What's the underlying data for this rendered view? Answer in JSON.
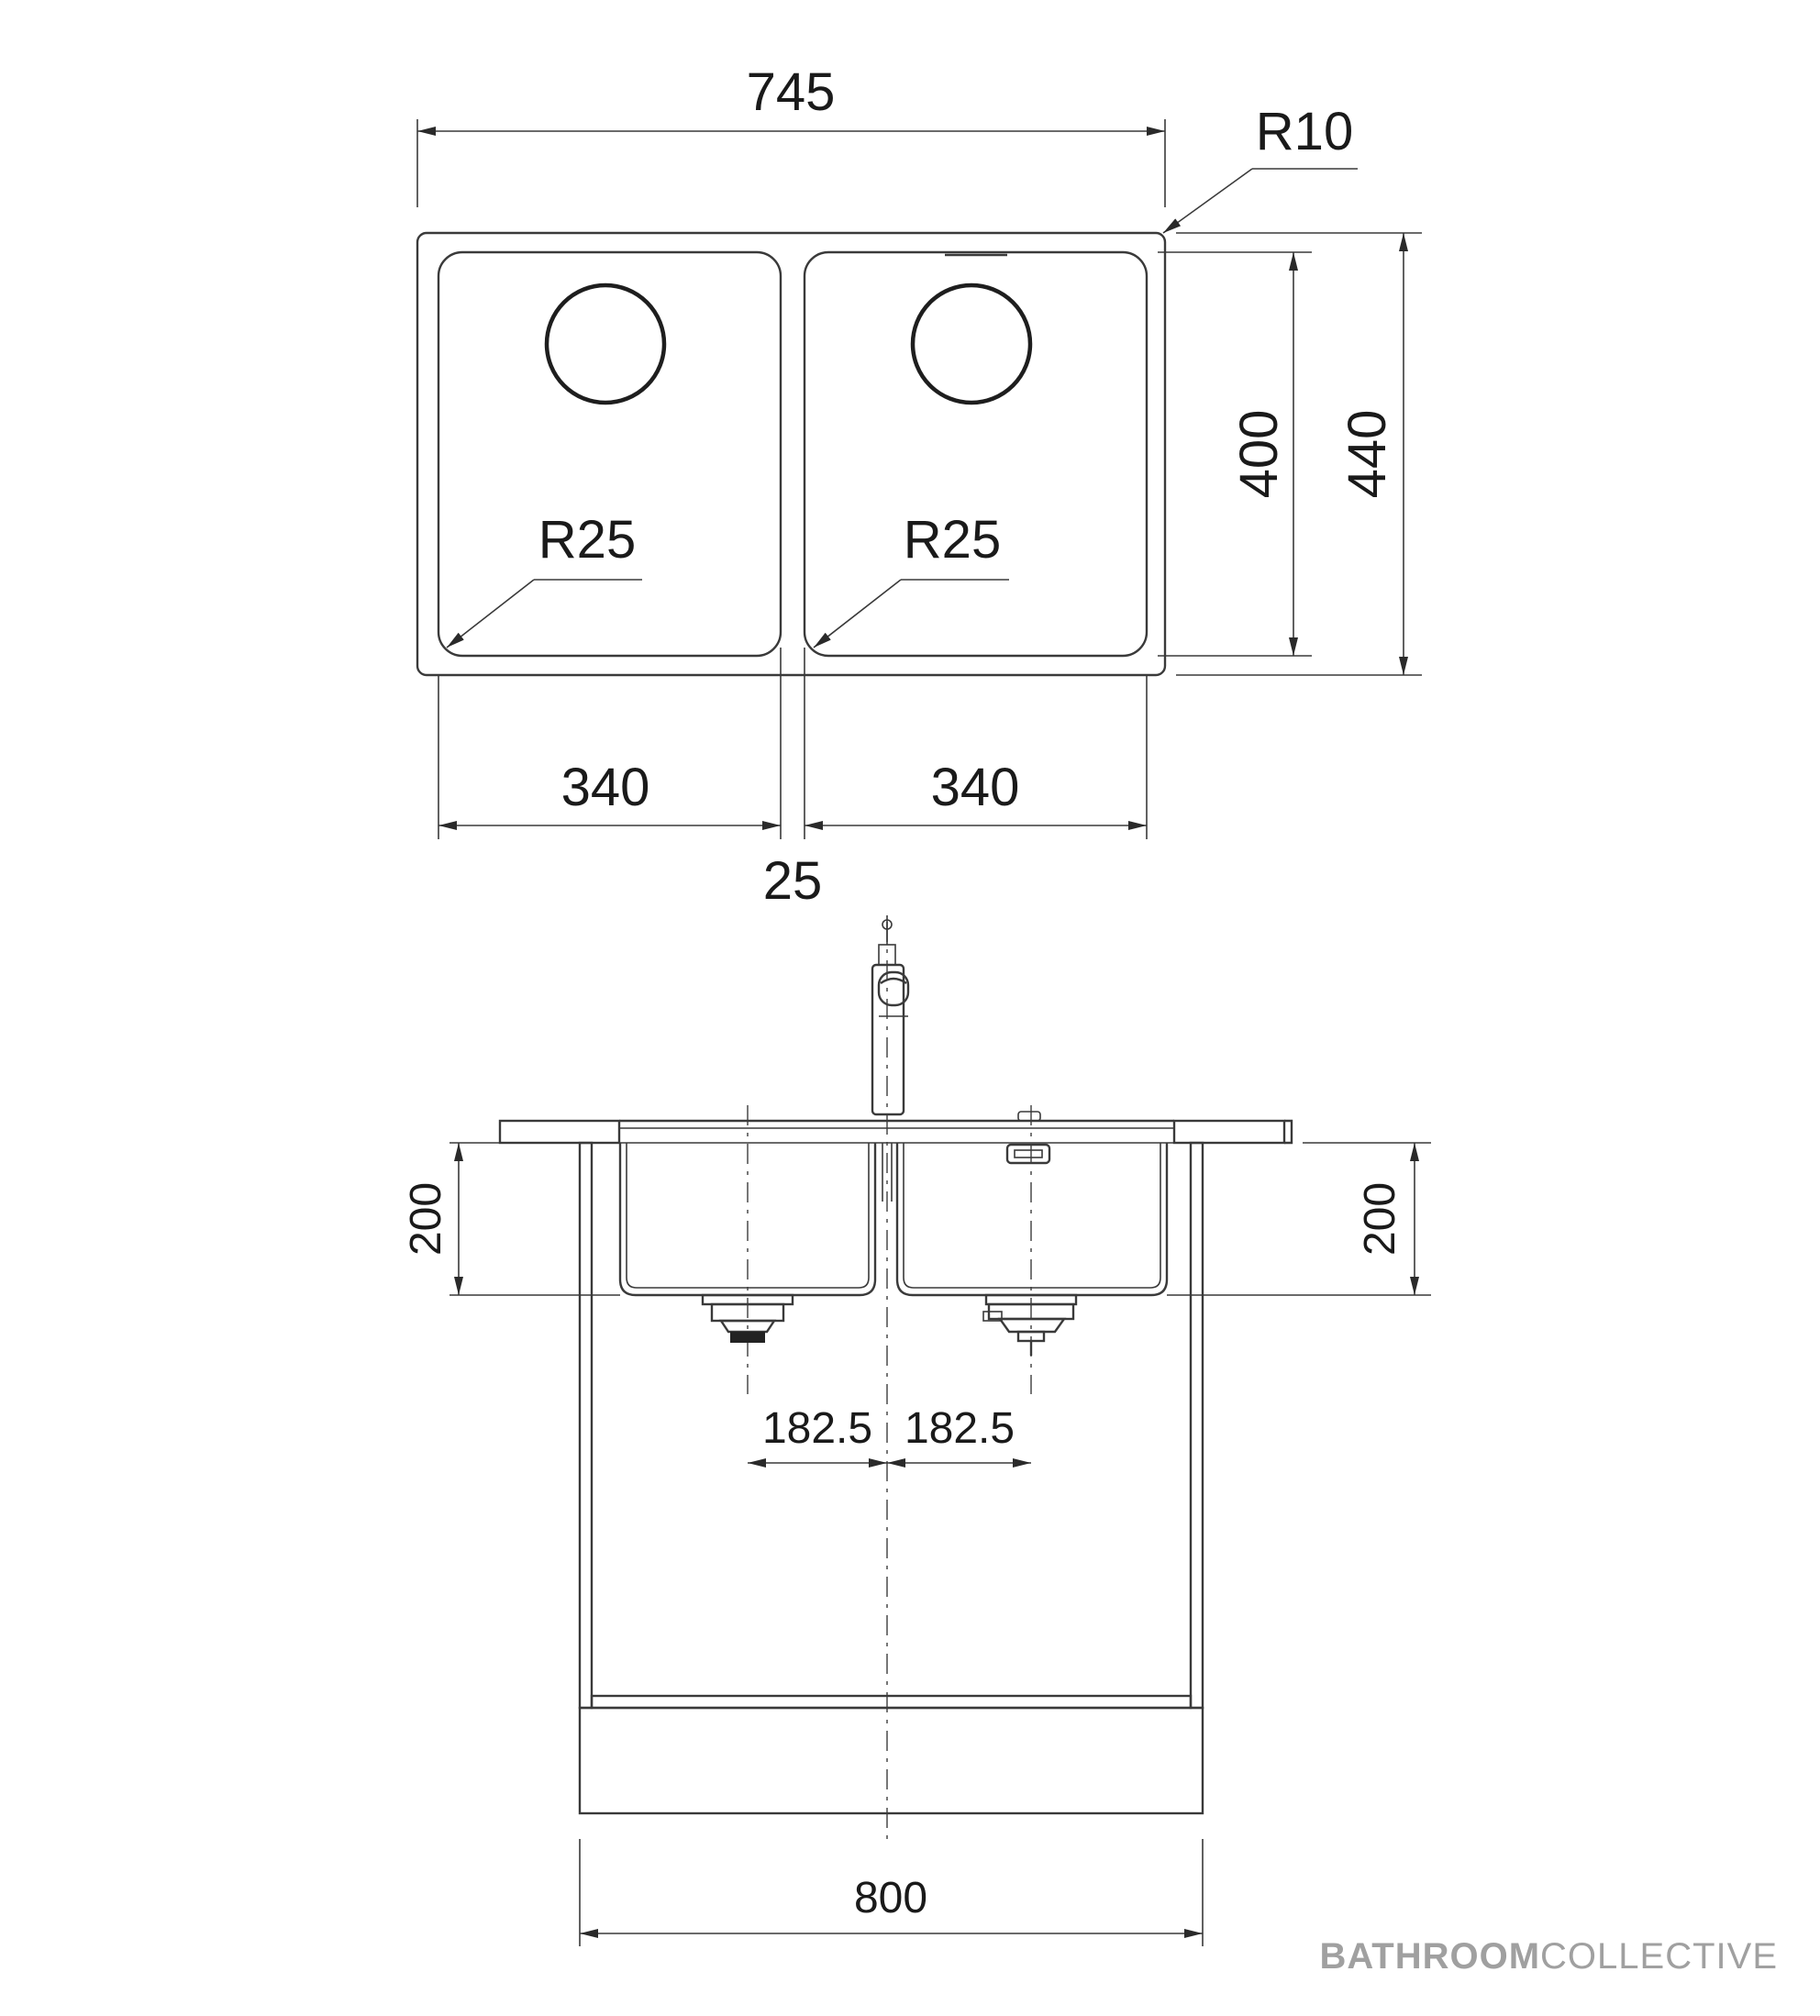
{
  "top_view": {
    "dimensions": {
      "overall_width": "745",
      "corner_radius": "R10",
      "inner_height": "400",
      "overall_height": "440",
      "bowl_left_radius": "R25",
      "bowl_right_radius": "R25",
      "bowl_left_width": "340",
      "bowl_right_width": "340",
      "divider_width": "25"
    }
  },
  "side_view": {
    "dimensions": {
      "depth_left": "200",
      "depth_right": "200",
      "drain_offset_left": "182.5",
      "drain_offset_right": "182.5",
      "cabinet_width": "800"
    }
  },
  "brand": {
    "bold": "BATHROOM",
    "light": "COLLECTIVE"
  }
}
